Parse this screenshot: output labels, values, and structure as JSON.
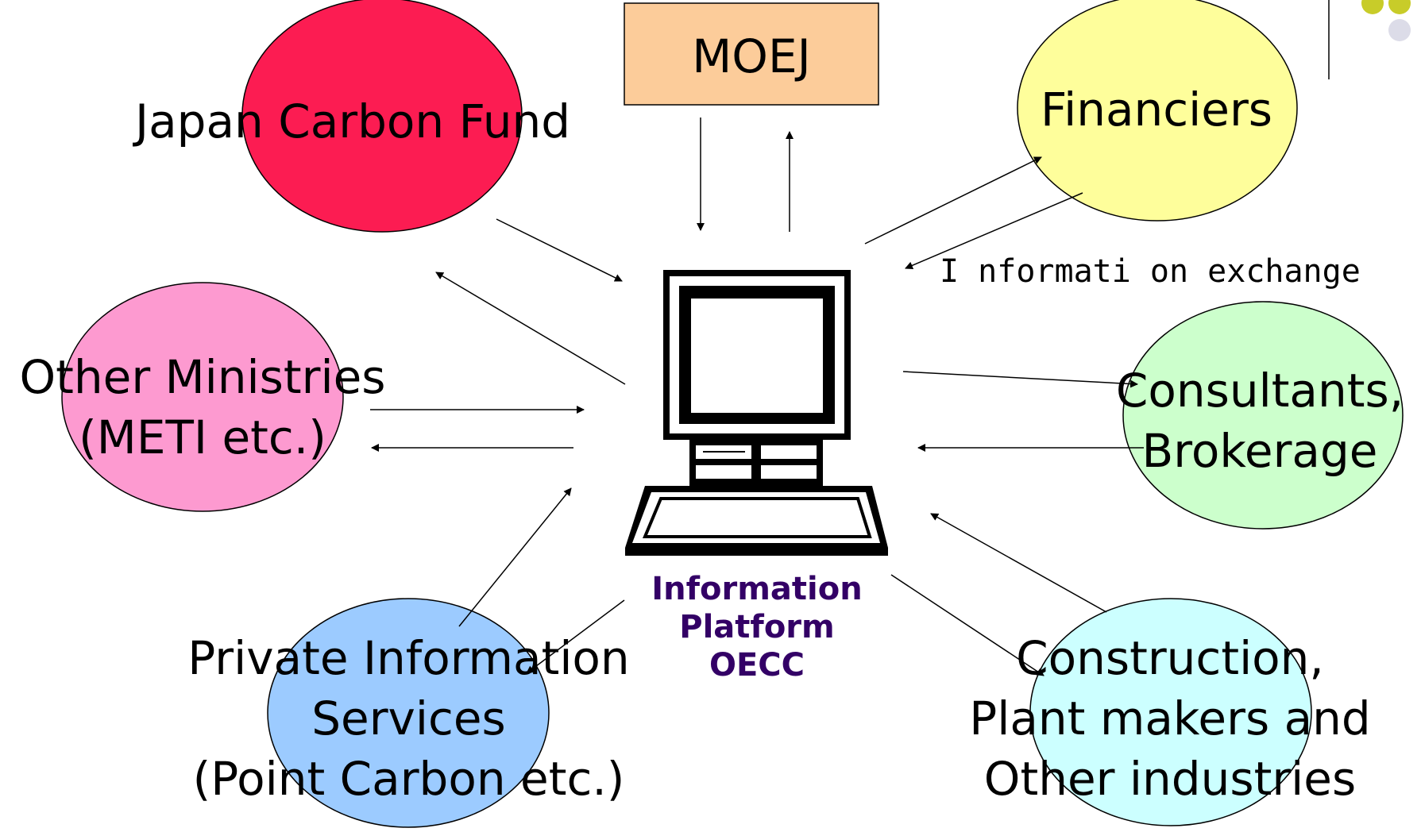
{
  "colors": {
    "japan_carbon_fund": "#fc1c52",
    "other_ministries": "#fd9ad0",
    "private_information": "#9ccbff",
    "financiers": "#fefe9b",
    "consultants": "#ccffcc",
    "construction": "#ccffff",
    "moej_box": "#fccc9a",
    "platform_text": "#330066",
    "accent_dots": "#c8cc29",
    "accent_dot_light": "#dcdce8"
  },
  "nodes": {
    "moej": "MOEJ",
    "japan_carbon_fund": "Japan Carbon Fund",
    "financiers": "Financiers",
    "other_ministries": [
      "Other Ministries",
      "(METI etc.)"
    ],
    "consultants": [
      "Consultants,",
      "Brokerage"
    ],
    "private_information": [
      "Private Information",
      "Services",
      "(Point Carbon etc.)"
    ],
    "construction": [
      "Construction,",
      "Plant makers and",
      "Other industries"
    ]
  },
  "center": {
    "icon": "computer-icon",
    "label": [
      "Information",
      "Platform",
      "OECC"
    ]
  },
  "annotation": "I nformati on exchange"
}
